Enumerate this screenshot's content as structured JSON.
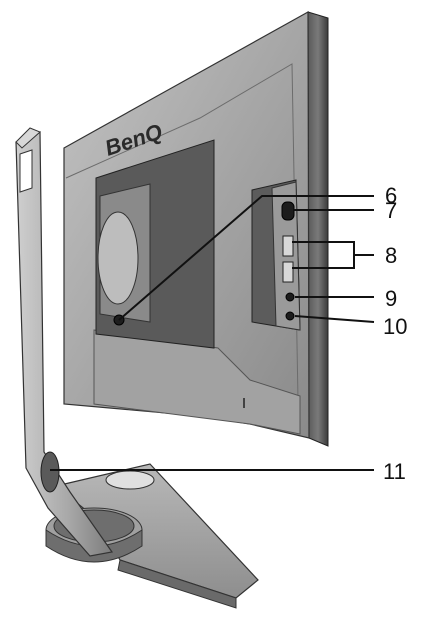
{
  "brand": {
    "logo_text": "BenQ"
  },
  "callouts": [
    {
      "id": "6",
      "label": "6"
    },
    {
      "id": "7",
      "label": "7"
    },
    {
      "id": "8",
      "label": "8"
    },
    {
      "id": "9",
      "label": "9"
    },
    {
      "id": "10",
      "label": "10"
    },
    {
      "id": "11",
      "label": "11"
    }
  ],
  "colors": {
    "body_gray": "#9c9c9c",
    "panel_dark": "#4a4a4a",
    "line": "#111111",
    "background": "#ffffff"
  }
}
